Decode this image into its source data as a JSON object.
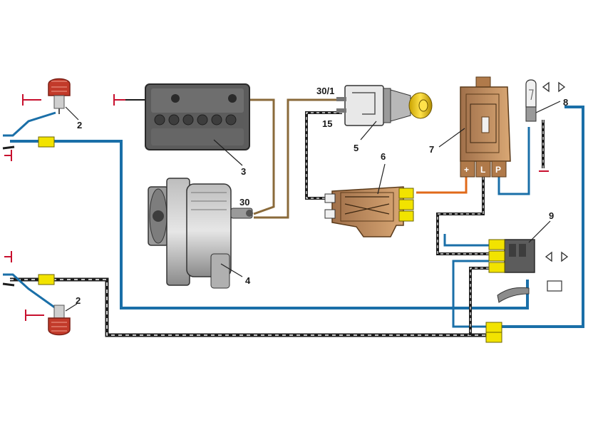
{
  "components": {
    "sensor_top": {
      "number": "2"
    },
    "sensor_bottom": {
      "number": "2"
    },
    "battery": {
      "number": "3"
    },
    "alternator": {
      "number": "4",
      "terminal": "30"
    },
    "ignition_switch": {
      "number": "5",
      "terminal_a": "30/1",
      "terminal_b": "15"
    },
    "voltage_regulator": {
      "number": "6"
    },
    "relay": {
      "number": "7",
      "pins": [
        "+",
        "L",
        "P"
      ]
    },
    "indicator_lamp": {
      "number": "8"
    },
    "connector_block": {
      "number": "9"
    }
  },
  "colors": {
    "wire_blue": "#1a6fa8",
    "wire_black": "#1c1c1c",
    "wire_brown": "#8a6a3a",
    "wire_orange": "#e06a1a",
    "connector_yellow": "#f2e300",
    "component_gray": "#8c8c8c",
    "ground_red": "#c8102e",
    "sensor_red": "#c23a2a"
  }
}
